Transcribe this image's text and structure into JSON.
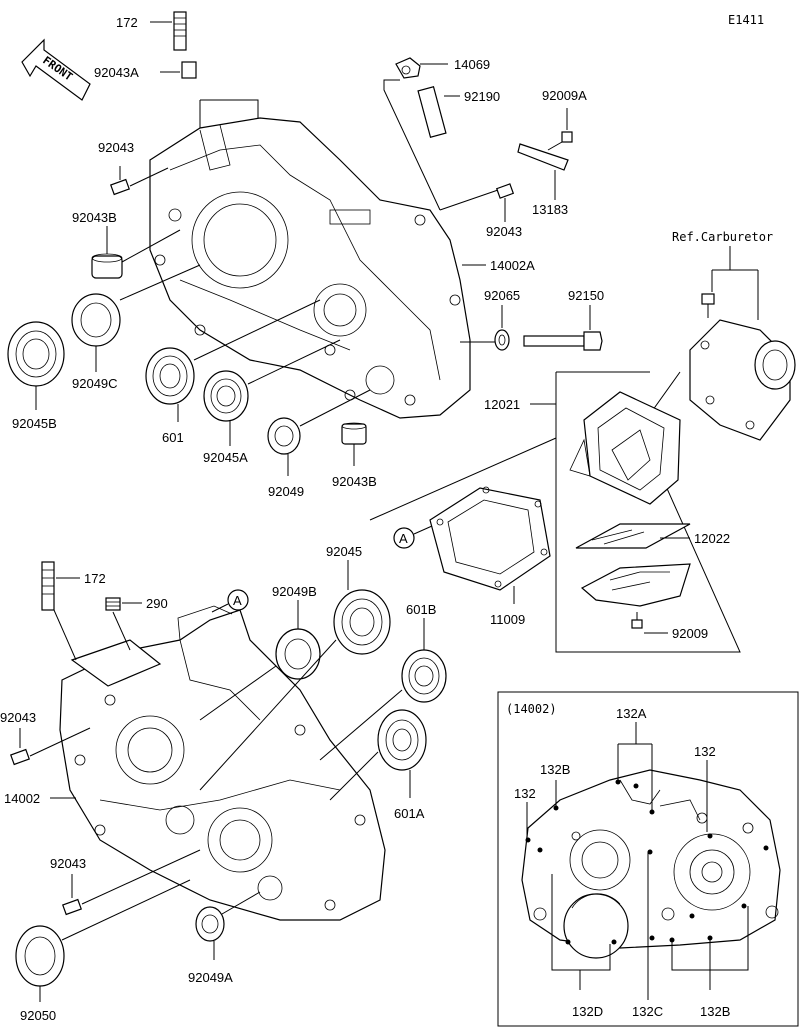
{
  "diagram_code": "E1411",
  "front_label": "FRONT",
  "ref_label": "Ref.Carburetor",
  "callout_A": "A",
  "inset_title": "(14002)",
  "labels": {
    "p172_top": "172",
    "p92043A": "92043A",
    "p14069": "14069",
    "p92190": "92190",
    "p92009A": "92009A",
    "p92043_top": "92043",
    "p13183": "13183",
    "p92043B_top": "92043B",
    "p92043_mid": "92043",
    "p14002A": "14002A",
    "p92065": "92065",
    "p92150": "92150",
    "p92049C": "92049C",
    "p92045B": "92045B",
    "p601": "601",
    "p92045A": "92045A",
    "p92049": "92049",
    "p92043B_mid": "92043B",
    "p12021": "12021",
    "p12022": "12022",
    "p11009": "11009",
    "p92009": "92009",
    "p92045": "92045",
    "p172_bot": "172",
    "p290": "290",
    "p92049B": "92049B",
    "p601B": "601B",
    "p92043_left": "92043",
    "p14002": "14002",
    "p601A": "601A",
    "p92043_low": "92043",
    "p92050": "92050",
    "p92049A": "92049A",
    "i132A": "132A",
    "i132B_top": "132B",
    "i132_left": "132",
    "i132_right": "132",
    "i132D": "132D",
    "i132C": "132C",
    "i132B_bot": "132B"
  }
}
